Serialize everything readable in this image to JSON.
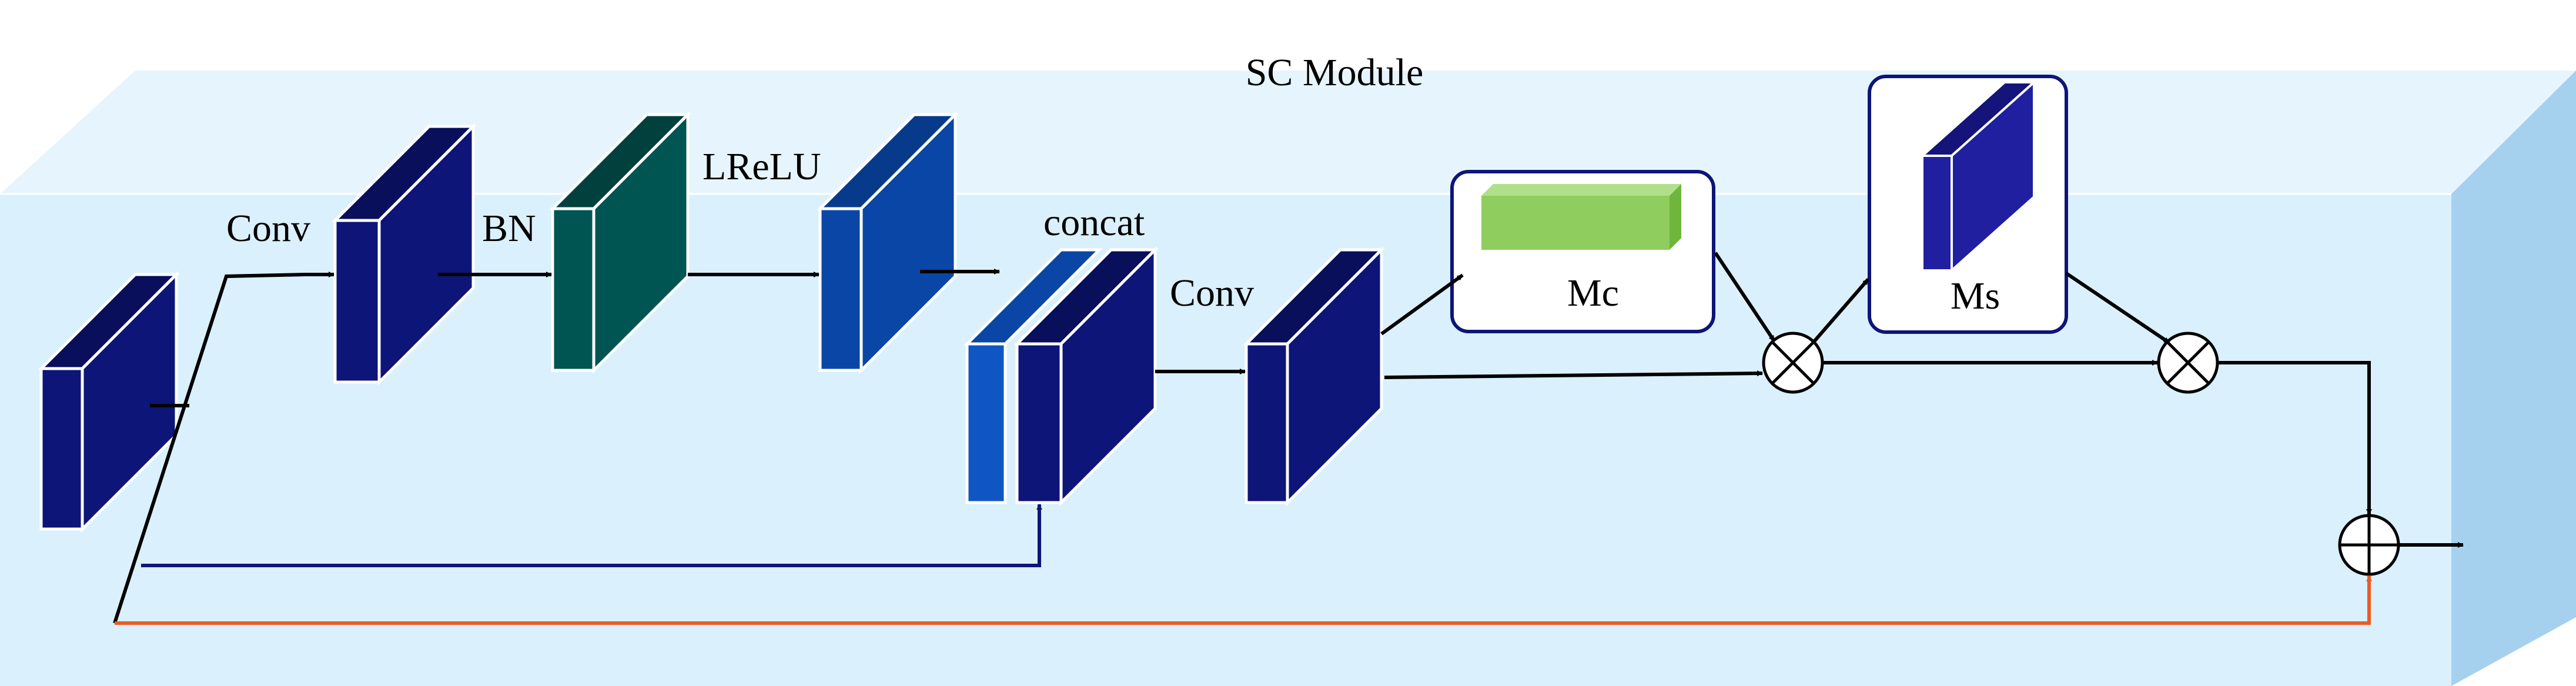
{
  "title": "SC Module",
  "labels": {
    "conv1": "Conv",
    "bn": "BN",
    "lrelu": "LReLU",
    "concat": "concat",
    "conv2": "Conv",
    "mc": "Mc",
    "ms": "Ms"
  },
  "colors": {
    "background_front": "#daf0fc",
    "background_top": "#e6f5fd",
    "background_side": "#a5d1ef",
    "block_navy": "#0d1578",
    "block_navy_dark": "#0a0f5c",
    "block_teal": "#005552",
    "block_blue": "#0a46a6",
    "block_blue_light": "#0f56c4",
    "mc_green": "#8fce5e",
    "ms_blue": "#1f1fa0",
    "skip_blue": "#0d1578",
    "skip_orange": "#ee5a24",
    "arrows": "#000000"
  },
  "icons": {
    "multiply": "circle-times-icon",
    "add": "circle-plus-icon"
  }
}
